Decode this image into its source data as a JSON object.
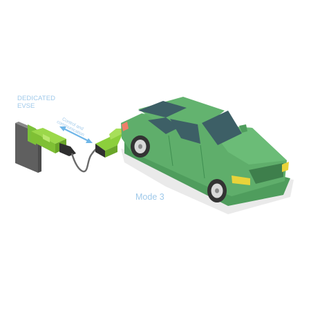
{
  "labels": {
    "evse_line1": "DEDICATED",
    "evse_line2": "EVSE",
    "comm_line1": "Control and",
    "comm_line2": "communication",
    "mode": "Mode 3"
  },
  "colors": {
    "car_body": "#5fae6b",
    "car_dark": "#3f8e50",
    "window": "#3d5f66",
    "plug": "#8ccf3c",
    "wall": "#6f6f6f",
    "label": "#9fc9ea",
    "headlight": "#e8d33a",
    "tail_light": "#ef7f6a"
  },
  "icons": [
    "wall-socket-icon",
    "charging-plug-icon",
    "vehicle-connector-icon",
    "double-arrow-icon",
    "electric-car-icon"
  ]
}
